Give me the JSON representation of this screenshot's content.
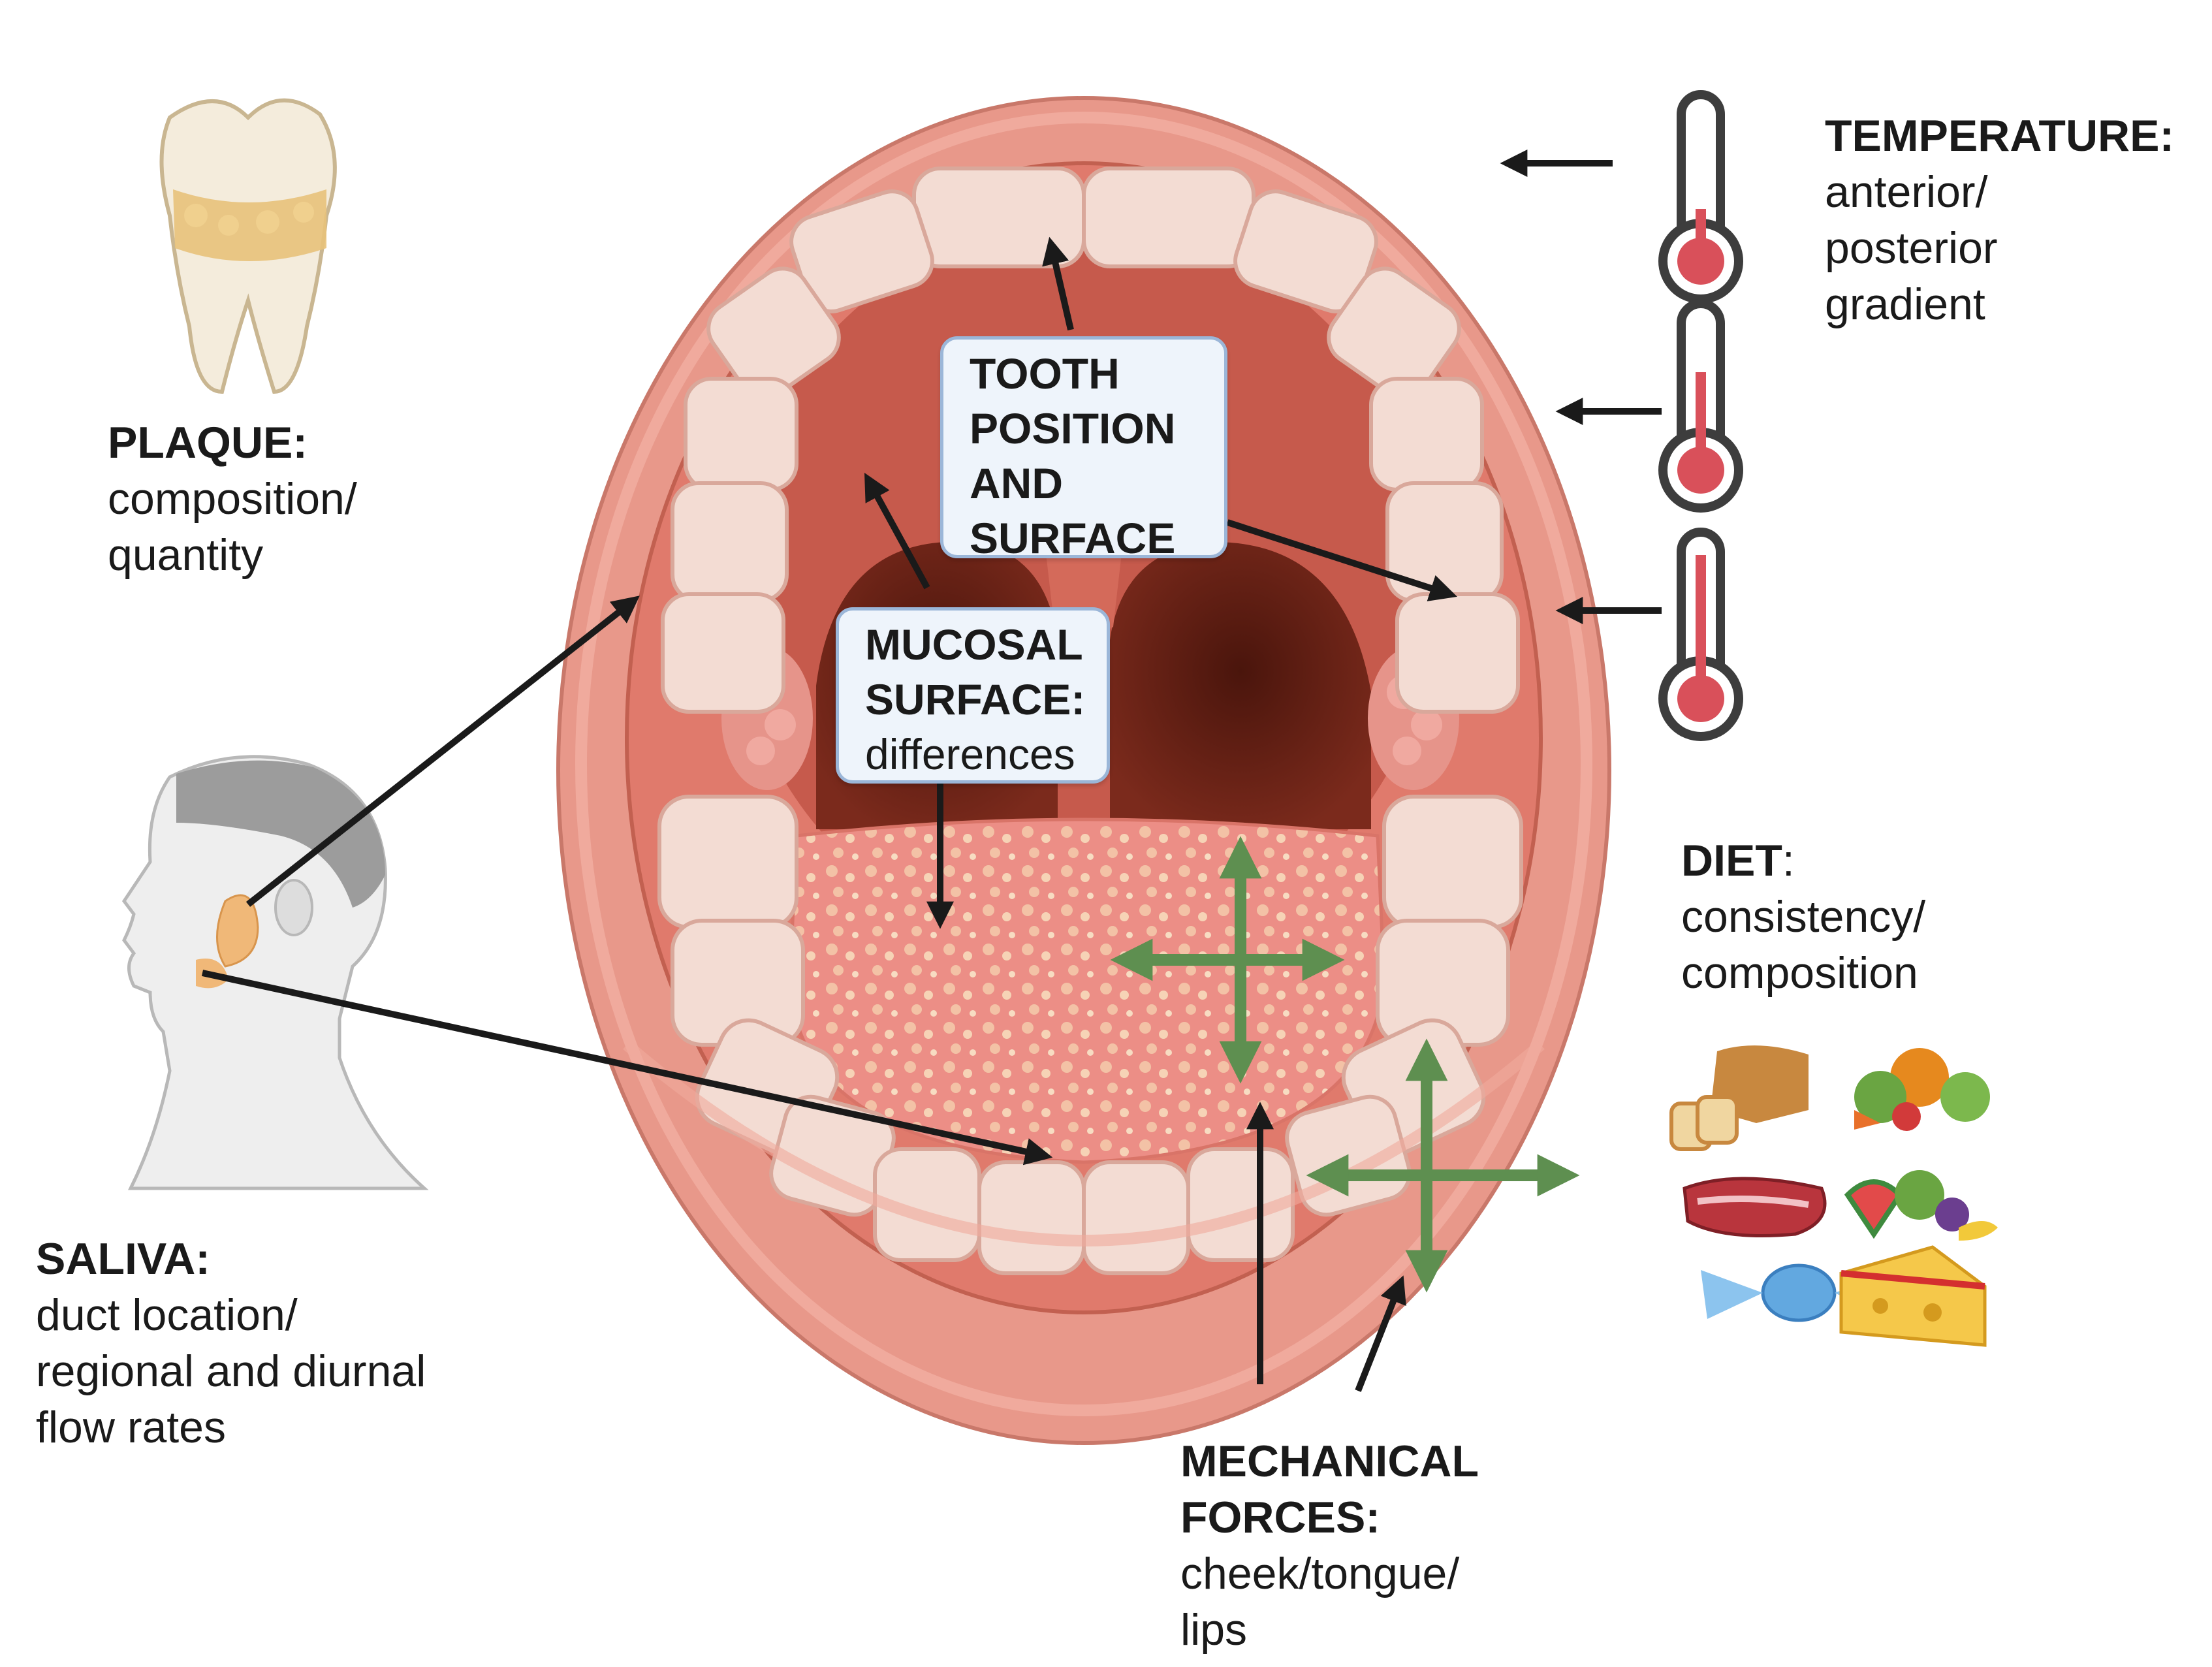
{
  "factors": {
    "plaque": {
      "title": "PLAQUE:",
      "lines": [
        "composition/",
        "quantity"
      ]
    },
    "saliva": {
      "title": "SALIVA:",
      "lines": [
        "duct location/",
        "regional and diurnal",
        "flow rates"
      ]
    },
    "temperature": {
      "title": "TEMPERATURE:",
      "lines": [
        "anterior/",
        "posterior",
        "gradient"
      ]
    },
    "diet": {
      "title": "DIET",
      "colon": ":",
      "lines": [
        "consistency/",
        "composition"
      ]
    },
    "mechanical": {
      "title_lines": [
        "MECHANICAL",
        "FORCES:"
      ],
      "lines": [
        "cheek/tongue/",
        "lips"
      ]
    },
    "tooth": {
      "title_lines": [
        "TOOTH",
        "POSITION",
        "AND",
        "SURFACE"
      ]
    },
    "mucosal": {
      "title_lines": [
        "MUCOSAL",
        "SURFACE:"
      ],
      "lines": [
        "differences"
      ]
    }
  },
  "icons": {
    "molar": "tooth-with-plaque-icon",
    "head": "human-head-salivary-gland-icon",
    "thermometers": [
      "thermometer-low-icon",
      "thermometer-high-icon",
      "thermometer-medium-icon"
    ],
    "foods": [
      "bread-icon",
      "vegetables-icon",
      "steak-icon",
      "fruits-icon",
      "candy-icon",
      "cheese-icon"
    ]
  },
  "colors": {
    "lip": "#e8988a",
    "gum": "#e07a6c",
    "tooth": "#f3dcd3",
    "throat": "#6b2418",
    "tongue": "#e98d86",
    "arrow_black": "#1a1a1a",
    "arrow_green": "#5e8f50",
    "box_fill": "#eef4fb",
    "box_border": "#9bb6d8",
    "thermo_red": "#d9505a"
  }
}
